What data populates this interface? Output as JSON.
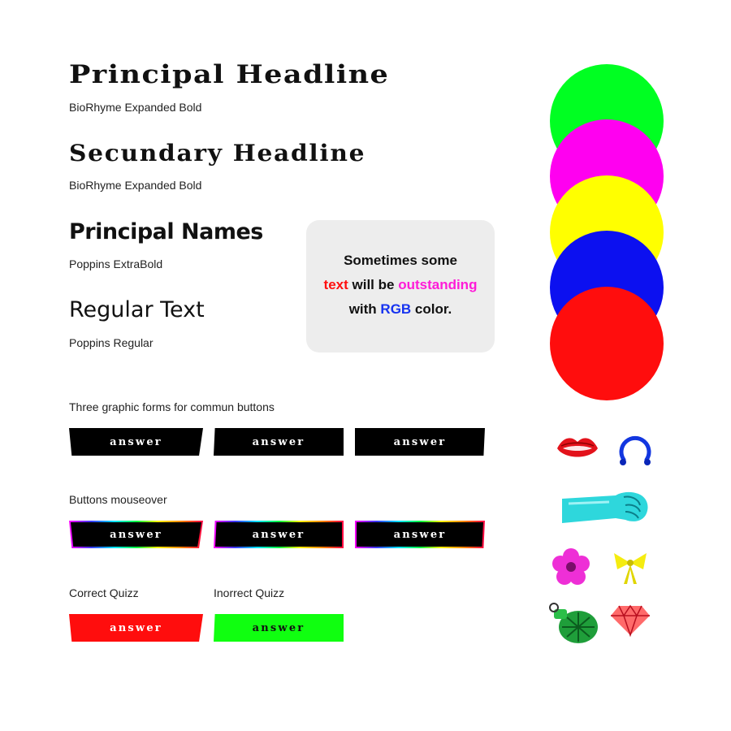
{
  "typography": {
    "principal_headline": "Principal Headline",
    "principal_headline_font": "BioRhyme Expanded Bold",
    "secondary_headline": "Secundary Headline",
    "secondary_headline_font": "BioRhyme Expanded Bold",
    "principal_names": "Principal Names",
    "principal_names_font": "Poppins ExtraBold",
    "regular_text": "Regular Text",
    "regular_text_font": "Poppins Regular"
  },
  "callout": {
    "line1": "Sometimes some",
    "line2_red": "text",
    "line2_mid": " will be ",
    "line2_magenta": "outstanding",
    "line3_start": "with ",
    "line3_blue": "RGB",
    "line3_end": " color."
  },
  "palette": {
    "colors": [
      "#00ff22",
      "#ff00f0",
      "#ffff00",
      "#0c10f0",
      "#ff0d0d"
    ]
  },
  "buttons": {
    "common_label": "Three graphic forms for commun buttons",
    "mouseover_label": "Buttons mouseover",
    "correct_label": "Correct Quizz",
    "incorrect_label": "Inorrect Quizz",
    "text": "answer"
  },
  "stickers": [
    "lips-icon",
    "piercing-ring-icon",
    "arm-fist-icon",
    "flower-icon",
    "bow-icon",
    "grenade-icon",
    "diamond-icon"
  ]
}
